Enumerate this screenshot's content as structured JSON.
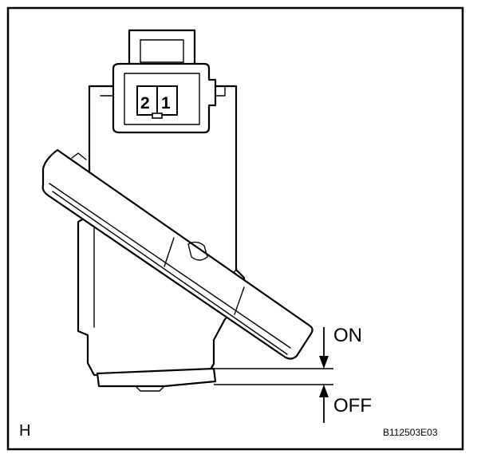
{
  "connector": {
    "pin_left": "2",
    "pin_right": "1"
  },
  "labels": {
    "on": "ON",
    "off": "OFF",
    "corner": "H",
    "code": "B112503E03"
  }
}
